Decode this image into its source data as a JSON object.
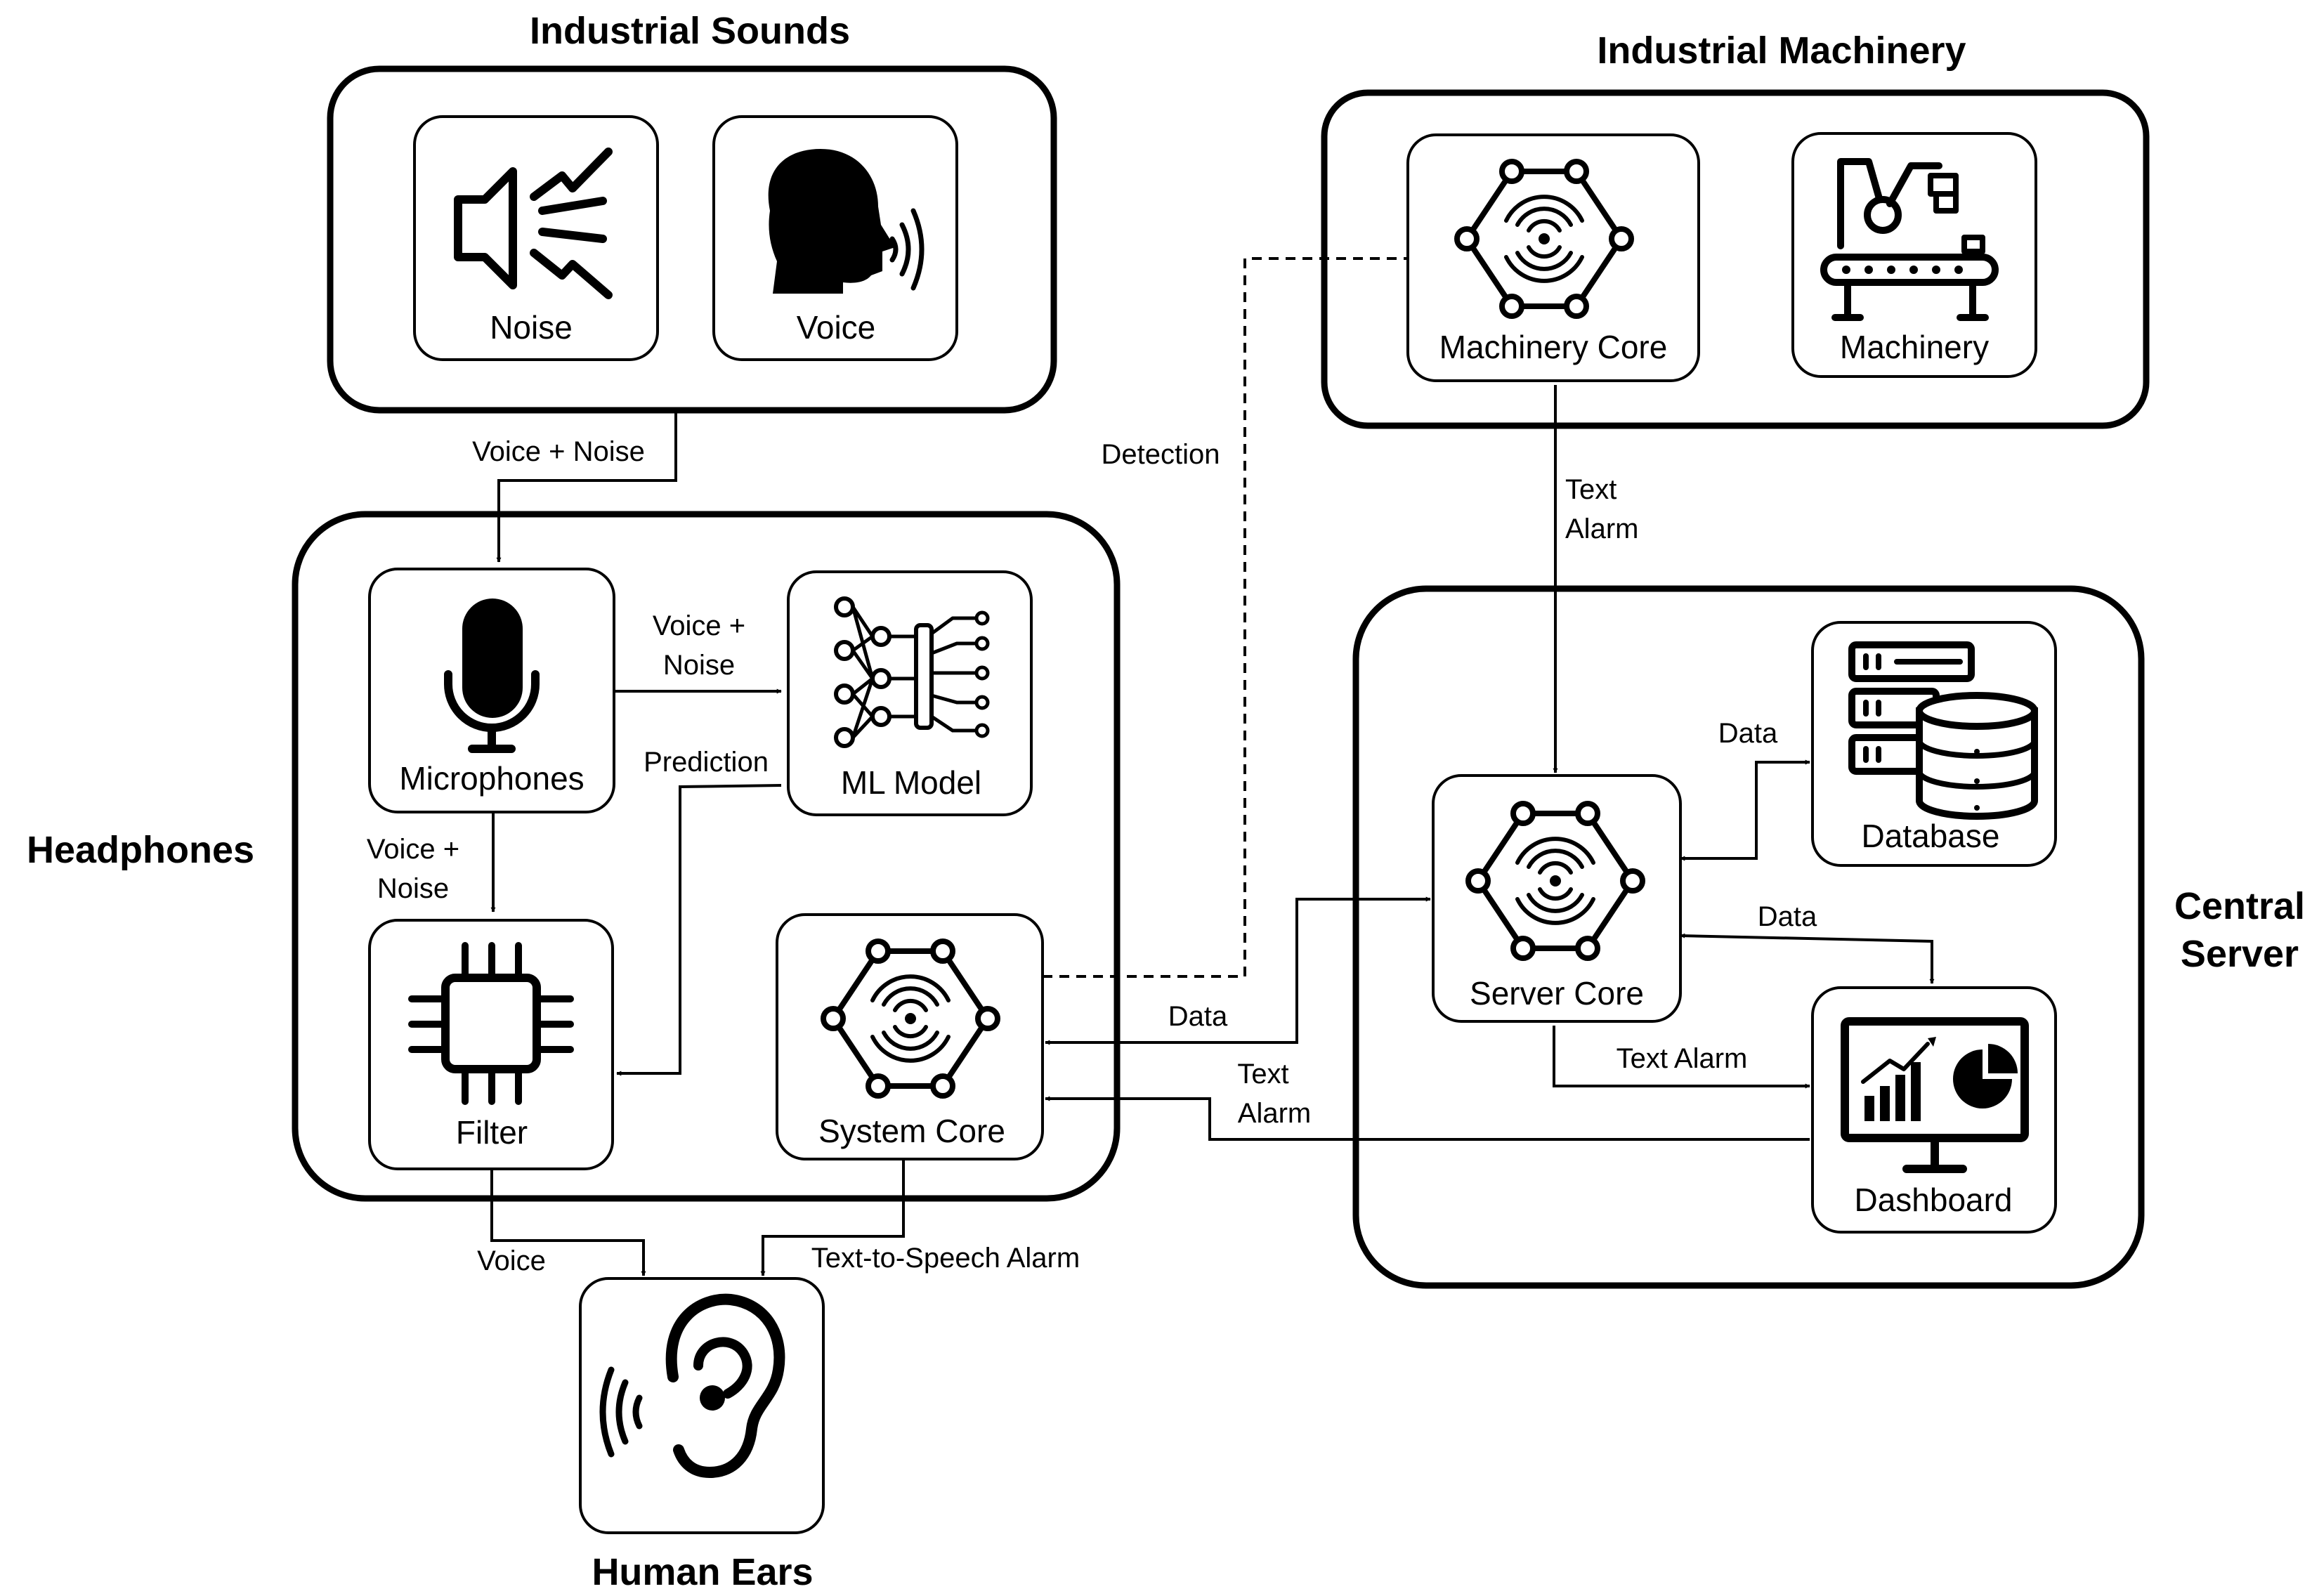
{
  "groups": {
    "industrial_sounds": "Industrial Sounds",
    "industrial_machinery": "Industrial Machinery",
    "headphones": "Headphones",
    "central_server_line1": "Central",
    "central_server_line2": "Server",
    "human_ears": "Human Ears"
  },
  "nodes": {
    "noise": "Noise",
    "voice": "Voice",
    "machinery_core": "Machinery Core",
    "machinery": "Machinery",
    "microphones": "Microphones",
    "ml_model": "ML Model",
    "filter": "Filter",
    "system_core": "System Core",
    "server_core": "Server Core",
    "database": "Database",
    "dashboard": "Dashboard"
  },
  "edges": {
    "voice_noise_top": "Voice + Noise",
    "mic_to_ml_line1": "Voice +",
    "mic_to_ml_line2": "Noise",
    "mic_to_filter_line1": "Voice +",
    "mic_to_filter_line2": "Noise",
    "prediction": "Prediction",
    "detection": "Detection",
    "machinery_text_line1": "Text",
    "machinery_text_line2": "Alarm",
    "db_data": "Data",
    "dash_data": "Data",
    "server_to_system_data": "Data",
    "dash_to_system_line1": "Text",
    "dash_to_system_line2": "Alarm",
    "server_to_dash_alarm": "Text Alarm",
    "voice_out": "Voice",
    "tts_alarm": "Text-to-Speech Alarm"
  }
}
